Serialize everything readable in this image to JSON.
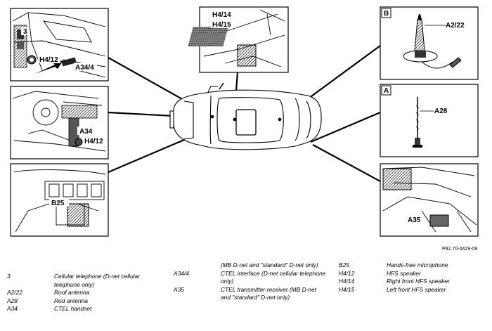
{
  "callouts": {
    "box1_3": "3",
    "box1_h412": "H4/12",
    "box1_a344": "A34/4",
    "box2_a34": "A34",
    "box2_h412": "H4/12",
    "box3_b25": "B25",
    "top_h414": "H4/14",
    "top_h415": "H4/15",
    "boxB_letter": "B",
    "boxB_a222": "A2/22",
    "boxA_letter": "A",
    "boxA_a28": "A28",
    "box4_a35": "A35"
  },
  "reference": "P82.70-0429-09",
  "legend": {
    "col1": [
      {
        "code": "3",
        "desc": "Cellular telephone (D-net cellular telephone only)"
      },
      {
        "code": "A2/22",
        "desc": "Roof antenna"
      },
      {
        "code": "A28",
        "desc": "Rod antenna"
      },
      {
        "code": "A34",
        "desc": "CTEL handset"
      }
    ],
    "col2": [
      {
        "code": "",
        "desc": "(MB D-net and \"standard\" D-net only)"
      },
      {
        "code": "A34/4",
        "desc": "CTEL interface (D-net cellular telephone only)"
      },
      {
        "code": "A35",
        "desc": "CTEL transmitter-receiver (MB D-net and \"standard\" D-net only)"
      }
    ],
    "col3": [
      {
        "code": "B25",
        "desc": "Hands-free microphone"
      },
      {
        "code": "H4/12",
        "desc": "HFS speaker"
      },
      {
        "code": "H4/14",
        "desc": "Right front HFS speaker"
      },
      {
        "code": "H4/15",
        "desc": "Left front HFS speaker"
      }
    ]
  }
}
